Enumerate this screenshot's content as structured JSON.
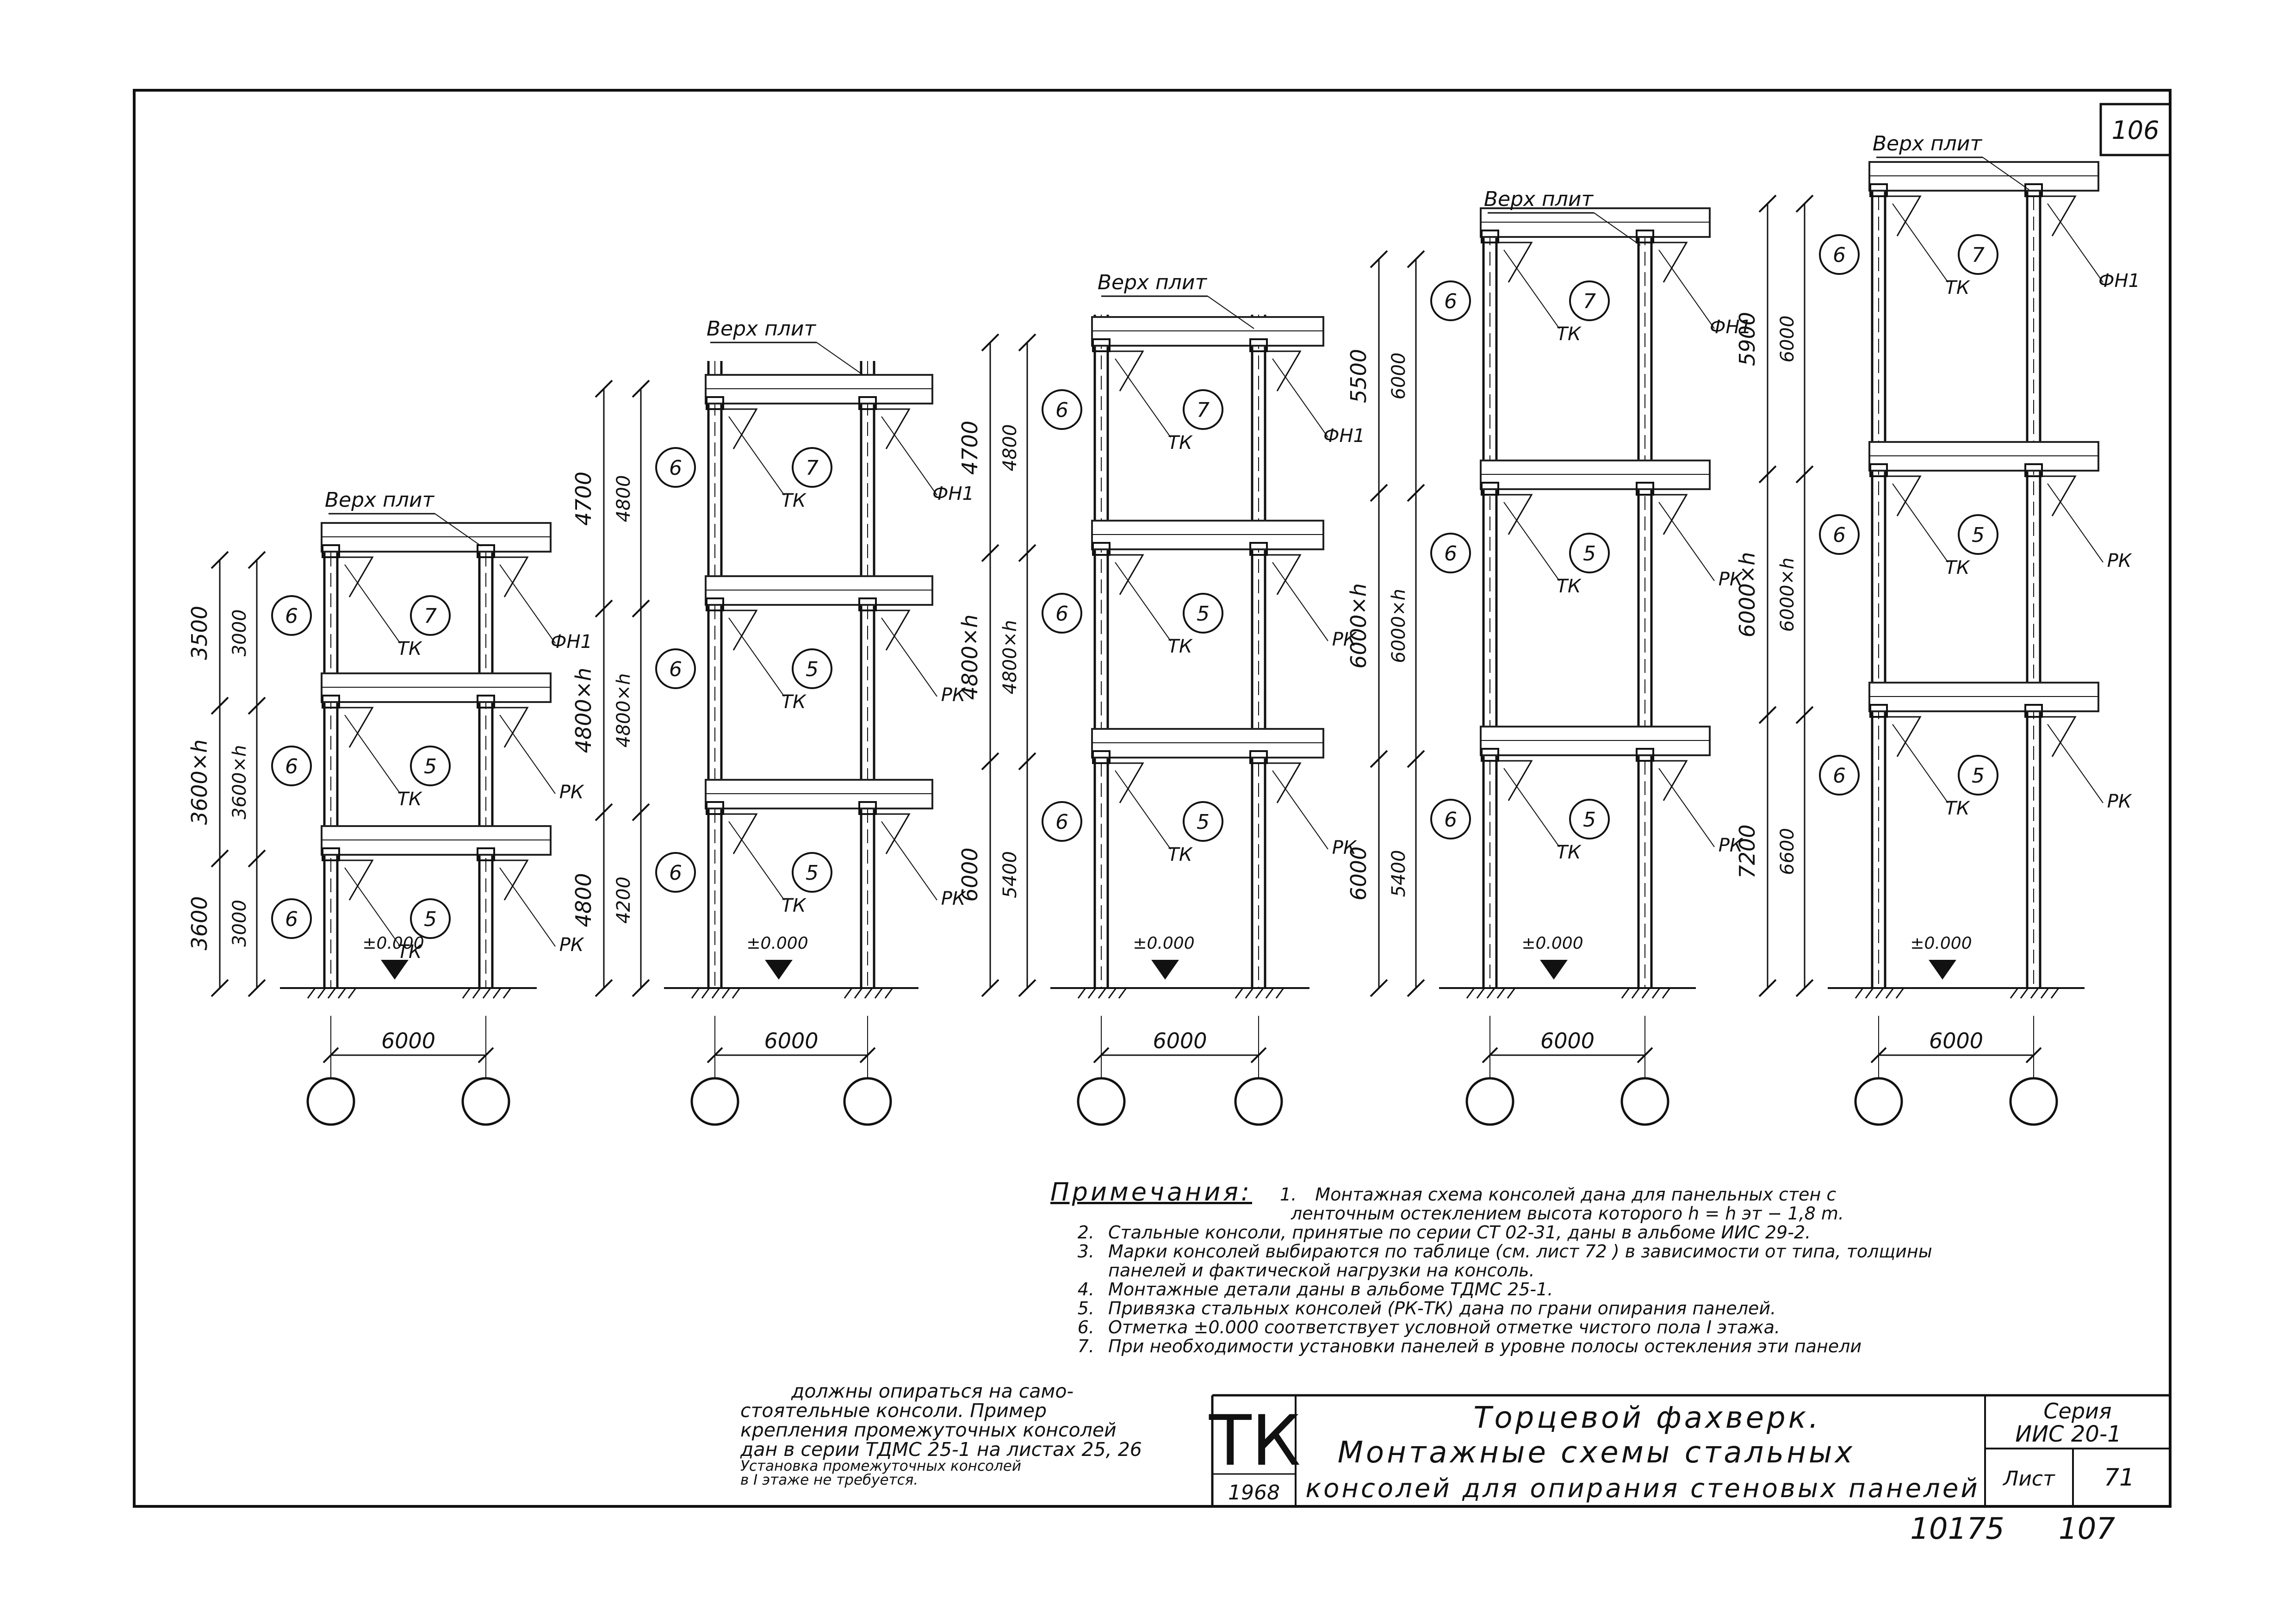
{
  "sheet": {
    "page_number": "106",
    "bottom_numbers": [
      "10175",
      "107"
    ]
  },
  "labels": {
    "slab_top": "Верх плит",
    "ground_mark": "±0.000",
    "span": "6000",
    "mark_tk": "ТК",
    "mark_rk": "РК",
    "mark_fh": "ФН1",
    "num_6": "6",
    "num_7": "7",
    "num_5": "5"
  },
  "frames": [
    {
      "name": "frame-1",
      "heights": [
        "3600",
        "3600×h",
        "3500"
      ],
      "inner": [
        "3000",
        "3600×h",
        "3000"
      ]
    },
    {
      "name": "frame-2",
      "heights": [
        "4800",
        "4800×h",
        "4700"
      ],
      "inner": [
        "4200",
        "4800×h",
        "4800"
      ]
    },
    {
      "name": "frame-3",
      "heights": [
        "6000",
        "4800×h",
        "4700"
      ],
      "inner": [
        "5400",
        "4800×h",
        "4800"
      ]
    },
    {
      "name": "frame-4",
      "heights": [
        "6000",
        "6000×h",
        "5500"
      ],
      "inner": [
        "5400",
        "6000×h",
        "6000"
      ]
    },
    {
      "name": "frame-5",
      "heights": [
        "7200",
        "6000×h",
        "5900"
      ],
      "inner": [
        "6600",
        "6000×h",
        "6000"
      ]
    }
  ],
  "notes": {
    "heading": "Примечания:",
    "items": [
      {
        "n": "1.",
        "lines": [
          "Монтажная схема консолей дана для панельных стен с",
          "ленточным остеклением высота которого h = h эт − 1,8 m."
        ]
      },
      {
        "n": "2.",
        "lines": [
          "Стальные консоли, принятые по серии СТ 02-31, даны в альбоме ИИС 29-2."
        ]
      },
      {
        "n": "3.",
        "lines": [
          "Марки консолей выбираются по таблице (см. лист 72 ) в зависимости от типа, толщины",
          "панелей и фактической нагрузки на консоль."
        ]
      },
      {
        "n": "4.",
        "lines": [
          "Монтажные детали даны в альбоме ТДМС 25-1."
        ]
      },
      {
        "n": "5.",
        "lines": [
          "Привязка стальных консолей (РК-ТК) дана по грани опирания панелей."
        ]
      },
      {
        "n": "6.",
        "lines": [
          "Отметка ±0.000 соответствует условной отметке чистого пола I этажа."
        ]
      },
      {
        "n": "7.",
        "lines": [
          "При необходимости установки панелей в уровне полосы остекления эти панели"
        ]
      }
    ],
    "continuation": [
      "должны опираться на само-",
      "стоятельные консоли. Пример",
      "крепления промежуточных консолей",
      "дан в серии ТДМС 25-1 на листах 25, 26"
    ],
    "small": [
      "Установка промежуточных консолей",
      "в I этаже не требуется."
    ]
  },
  "title_block": {
    "logo": "ТК",
    "year": "1968",
    "title_lines": [
      "Торцевой фахверк.",
      "Монтажные схемы стальных",
      "консолей для опирания стеновых панелей"
    ],
    "series_label": "Серия",
    "series_value": "ИИС 20-1",
    "sheet_label": "Лист",
    "sheet_value": "71"
  }
}
